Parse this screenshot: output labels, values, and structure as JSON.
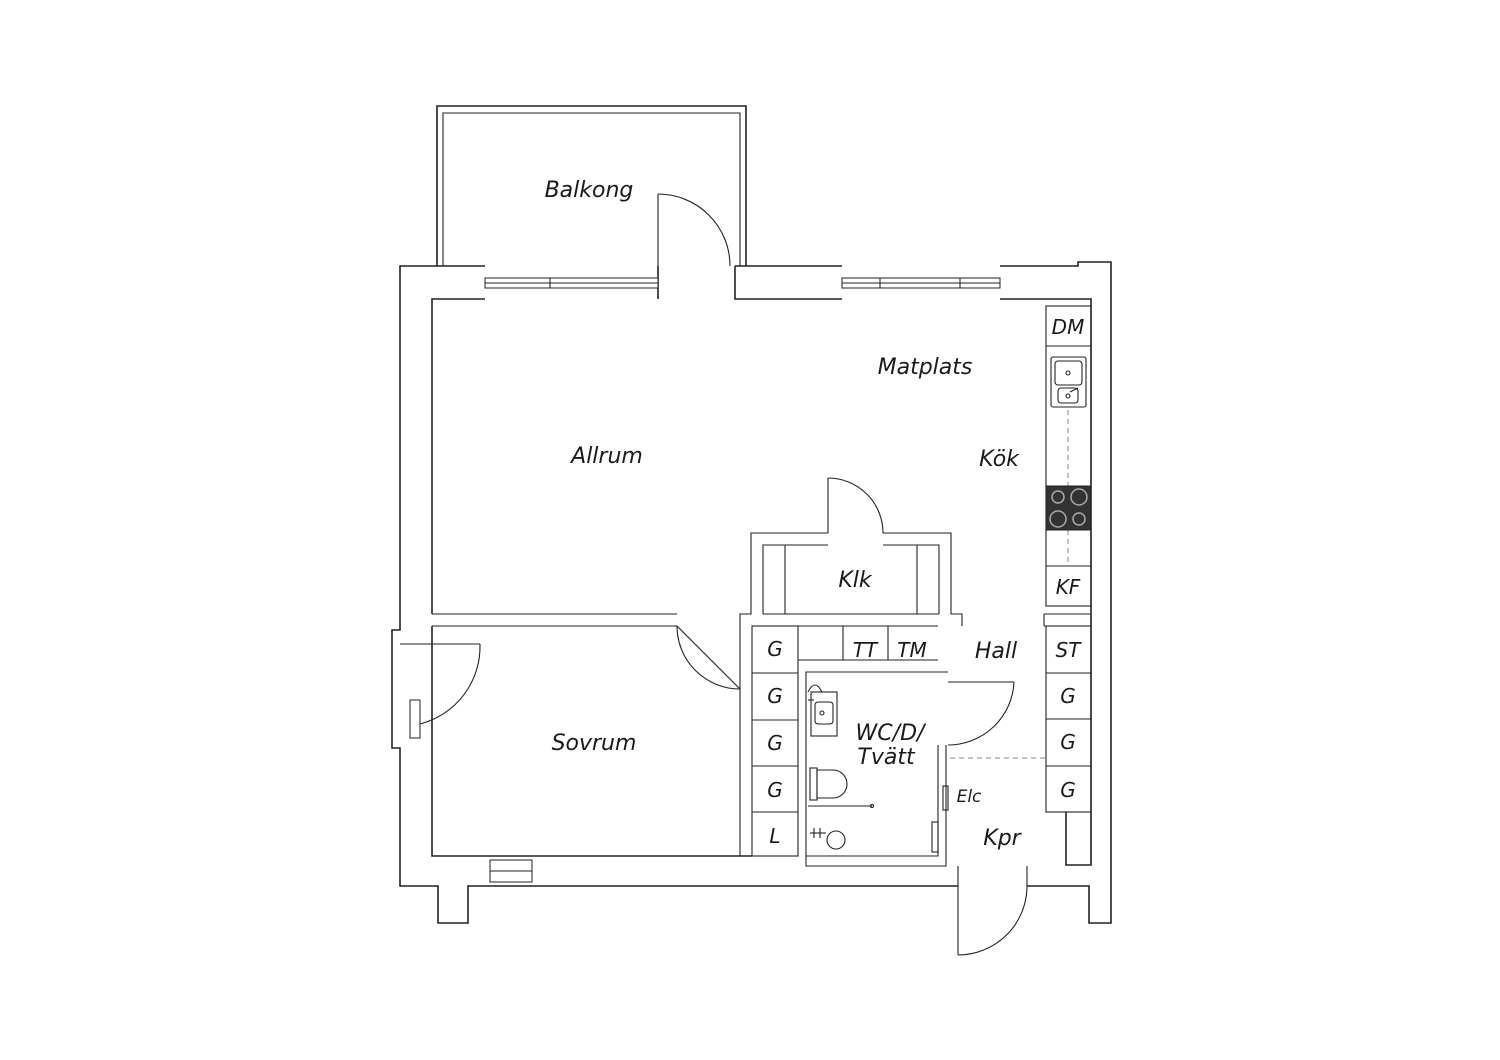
{
  "rooms": {
    "balkong": "Balkong",
    "allrum": "Allrum",
    "matplats": "Matplats",
    "kok": "Kök",
    "klk": "Klk",
    "hall": "Hall",
    "sovrum": "Sovrum",
    "wc_line1": "WC/D/",
    "wc_line2": "Tvätt",
    "kpr": "Kpr",
    "elc": "Elc"
  },
  "fixtures": {
    "dm": "DM",
    "kf": "KF",
    "st": "ST",
    "tt": "TT",
    "tm": "TM",
    "g": "G",
    "l": "L"
  },
  "colors": {
    "line": "#222222",
    "stove": "#333333"
  }
}
